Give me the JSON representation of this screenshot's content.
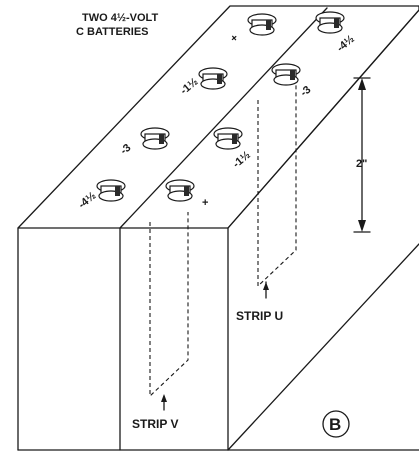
{
  "title": {
    "line1": "TWO 4½-VOLT",
    "line2": "C BATTERIES"
  },
  "dimension_label": "2\"",
  "strip_u_label": "STRIP U",
  "strip_v_label": "STRIP V",
  "figure_letter": "B",
  "terminals": {
    "left_battery": [
      "-4½",
      "-3",
      "-1½",
      "+"
    ],
    "right_battery": [
      "+",
      "-1½",
      "-3",
      "-4½"
    ]
  }
}
